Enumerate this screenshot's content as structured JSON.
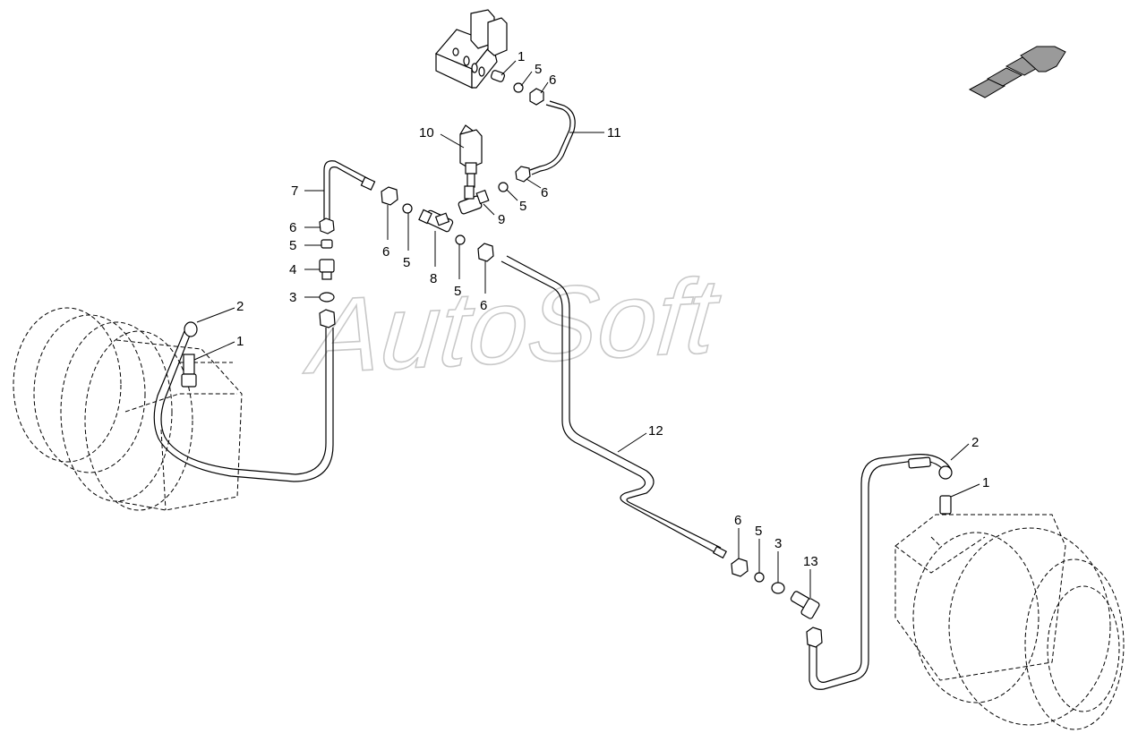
{
  "watermark": "AutoSoft",
  "callouts": [
    {
      "id": "c-1-top",
      "label": "1"
    },
    {
      "id": "c-5-top",
      "label": "5"
    },
    {
      "id": "c-6-top",
      "label": "6"
    },
    {
      "id": "c-10",
      "label": "10"
    },
    {
      "id": "c-11",
      "label": "11"
    },
    {
      "id": "c-7",
      "label": "7"
    },
    {
      "id": "c-6-right-upper",
      "label": "6"
    },
    {
      "id": "c-5-right-upper",
      "label": "5"
    },
    {
      "id": "c-9",
      "label": "9"
    },
    {
      "id": "c-6-left-stack",
      "label": "6"
    },
    {
      "id": "c-5-left-stack",
      "label": "5"
    },
    {
      "id": "c-4",
      "label": "4"
    },
    {
      "id": "c-3-left",
      "label": "3"
    },
    {
      "id": "c-6-mid-a",
      "label": "6"
    },
    {
      "id": "c-5-mid-a",
      "label": "5"
    },
    {
      "id": "c-8",
      "label": "8"
    },
    {
      "id": "c-5-mid-b",
      "label": "5"
    },
    {
      "id": "c-6-mid-b",
      "label": "6"
    },
    {
      "id": "c-2-left",
      "label": "2"
    },
    {
      "id": "c-1-left",
      "label": "1"
    },
    {
      "id": "c-12",
      "label": "12"
    },
    {
      "id": "c-2-right",
      "label": "2"
    },
    {
      "id": "c-1-right",
      "label": "1"
    },
    {
      "id": "c-6-bottom",
      "label": "6"
    },
    {
      "id": "c-5-bottom",
      "label": "5"
    },
    {
      "id": "c-3-bottom",
      "label": "3"
    },
    {
      "id": "c-13",
      "label": "13"
    }
  ],
  "icons": {
    "direction_arrow": "direction-arrow-icon"
  }
}
